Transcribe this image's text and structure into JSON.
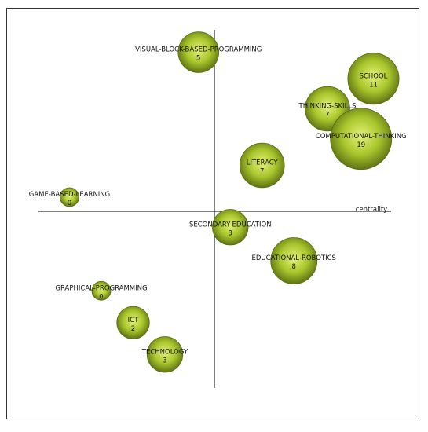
{
  "chart_data": {
    "type": "scatter",
    "title": "",
    "xlabel": "centrality",
    "ylabel": "",
    "xlim": [
      -1,
      1
    ],
    "ylim": [
      -1,
      1
    ],
    "grid": false,
    "legend": "none",
    "bubble_color": "#a6c22a",
    "bubble_edge_color": "#5a6b12",
    "points": [
      {
        "label": "VISUAL-BLOCK-BASED-PROGRAMMING",
        "value": "5",
        "x": -0.09,
        "y": 0.9,
        "size": 5
      },
      {
        "label": "SCHOOL",
        "value": "11",
        "x": 0.9,
        "y": 0.75,
        "size": 11
      },
      {
        "label": "THINKING-SKILLS",
        "value": "7",
        "x": 0.64,
        "y": 0.58,
        "size": 7
      },
      {
        "label": "COMPUTATIONAL-THINKING",
        "value": "19",
        "x": 0.83,
        "y": 0.41,
        "size": 19
      },
      {
        "label": "LITERACY",
        "value": "7",
        "x": 0.27,
        "y": 0.26,
        "size": 7
      },
      {
        "label": "GAME-BASED-LEARNING",
        "value": "0",
        "x": -0.82,
        "y": 0.08,
        "size": 0
      },
      {
        "label": "SECONDARY-EDUCATION",
        "value": "3",
        "x": 0.09,
        "y": -0.09,
        "size": 3
      },
      {
        "label": "EDUCATIONAL-ROBOTICS",
        "value": "8",
        "x": 0.45,
        "y": -0.28,
        "size": 8
      },
      {
        "label": "GRAPHICAL-PROGRAMMING",
        "value": "0",
        "x": -0.64,
        "y": -0.45,
        "size": 0
      },
      {
        "label": "ICT",
        "value": "2",
        "x": -0.46,
        "y": -0.63,
        "size": 2
      },
      {
        "label": "TECHNOLOGY",
        "value": "3",
        "x": -0.28,
        "y": -0.81,
        "size": 3
      }
    ]
  }
}
